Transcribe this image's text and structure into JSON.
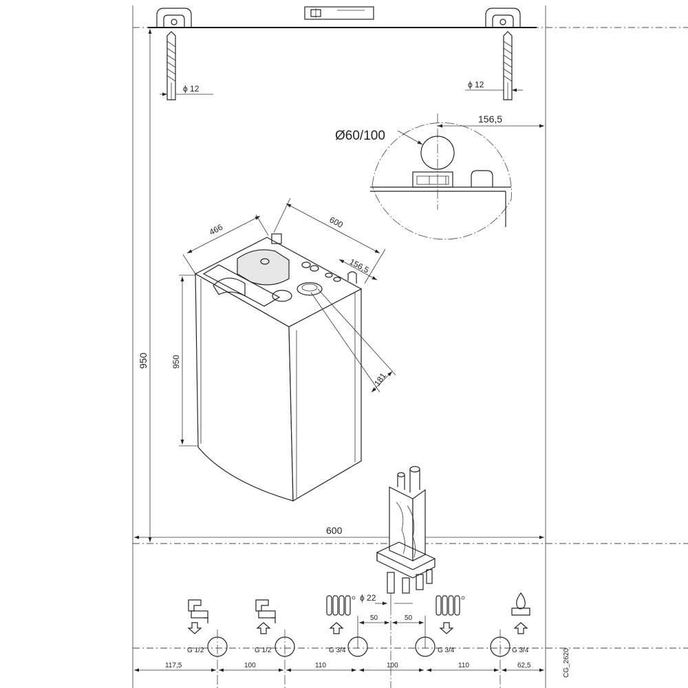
{
  "drawing_code": "CG_2620",
  "dimensions": {
    "overall_width": "600",
    "overall_height": "950",
    "top_drill_left": "ϕ 12",
    "top_drill_right": "ϕ 12",
    "flue_diameter": "Ø60/100",
    "flue_offset_detail": "156,5",
    "iso_depth": "466",
    "iso_width": "600",
    "iso_height": "950",
    "iso_flue_offset": "156,5",
    "iso_flue_depth": "181",
    "pipe_diameter": "ϕ 22",
    "pipe_spacing_left": "50",
    "pipe_spacing_right": "50",
    "bottom_spacings": [
      "117,5",
      "100",
      "110",
      "100",
      "110",
      "62,5"
    ]
  },
  "connections": [
    {
      "label": "G 1/2",
      "icon": "tap-icon",
      "flow": "out"
    },
    {
      "label": "G 1/2",
      "icon": "tap-icon",
      "flow": "in"
    },
    {
      "label": "G 3/4",
      "icon": "radiator-icon",
      "flow": "in"
    },
    {
      "label": "G 3/4",
      "icon": "radiator-icon",
      "flow": "out"
    },
    {
      "label": "G 3/4",
      "icon": "flame-icon",
      "flow": "in"
    }
  ]
}
